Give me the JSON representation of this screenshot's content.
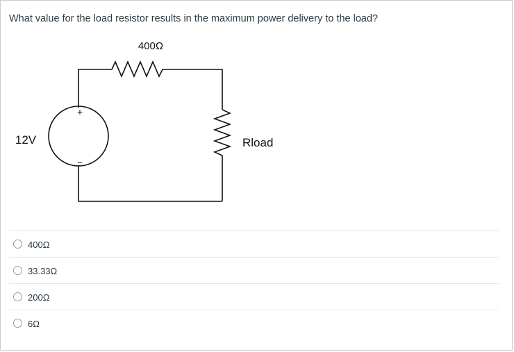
{
  "question": {
    "text": "What value for the load resistor results in the maximum power delivery to the load?"
  },
  "circuit": {
    "top_resistor_label": "400Ω",
    "source_label": "12V",
    "source_plus": "+",
    "source_minus": "−",
    "load_label": "Rload"
  },
  "answers": [
    {
      "label": "400Ω"
    },
    {
      "label": "33.33Ω"
    },
    {
      "label": "200Ω"
    },
    {
      "label": "6Ω"
    }
  ],
  "colors": {
    "text": "#2d3b45",
    "wire": "#111111",
    "divider": "#e4e7ea"
  }
}
